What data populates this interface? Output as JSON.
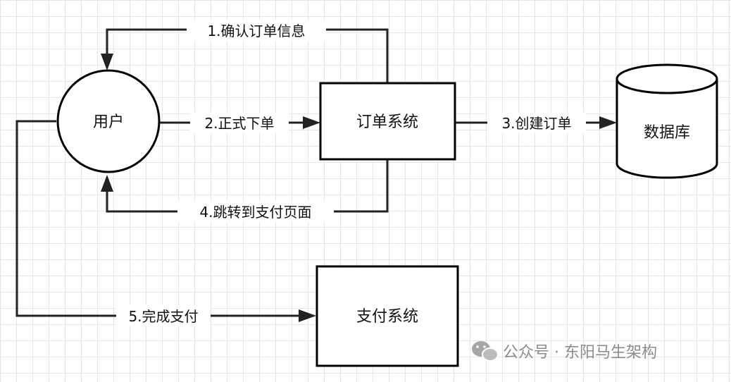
{
  "nodes": {
    "user": "用户",
    "order_system": "订单系统",
    "database": "数据库",
    "payment_system": "支付系统"
  },
  "edges": {
    "confirm_order": "1.确认订单信息",
    "place_order": "2.正式下单",
    "create_order": "3.创建订单",
    "redirect_payment": "4.跳转到支付页面",
    "complete_payment": "5.完成支付"
  },
  "watermark": {
    "text": "公众号 · 东阳马生架构",
    "icon": "wechat-icon"
  },
  "colors": {
    "stroke": "#000000",
    "grid": "#e6e6e6",
    "watermark": "#8c8c8c"
  }
}
